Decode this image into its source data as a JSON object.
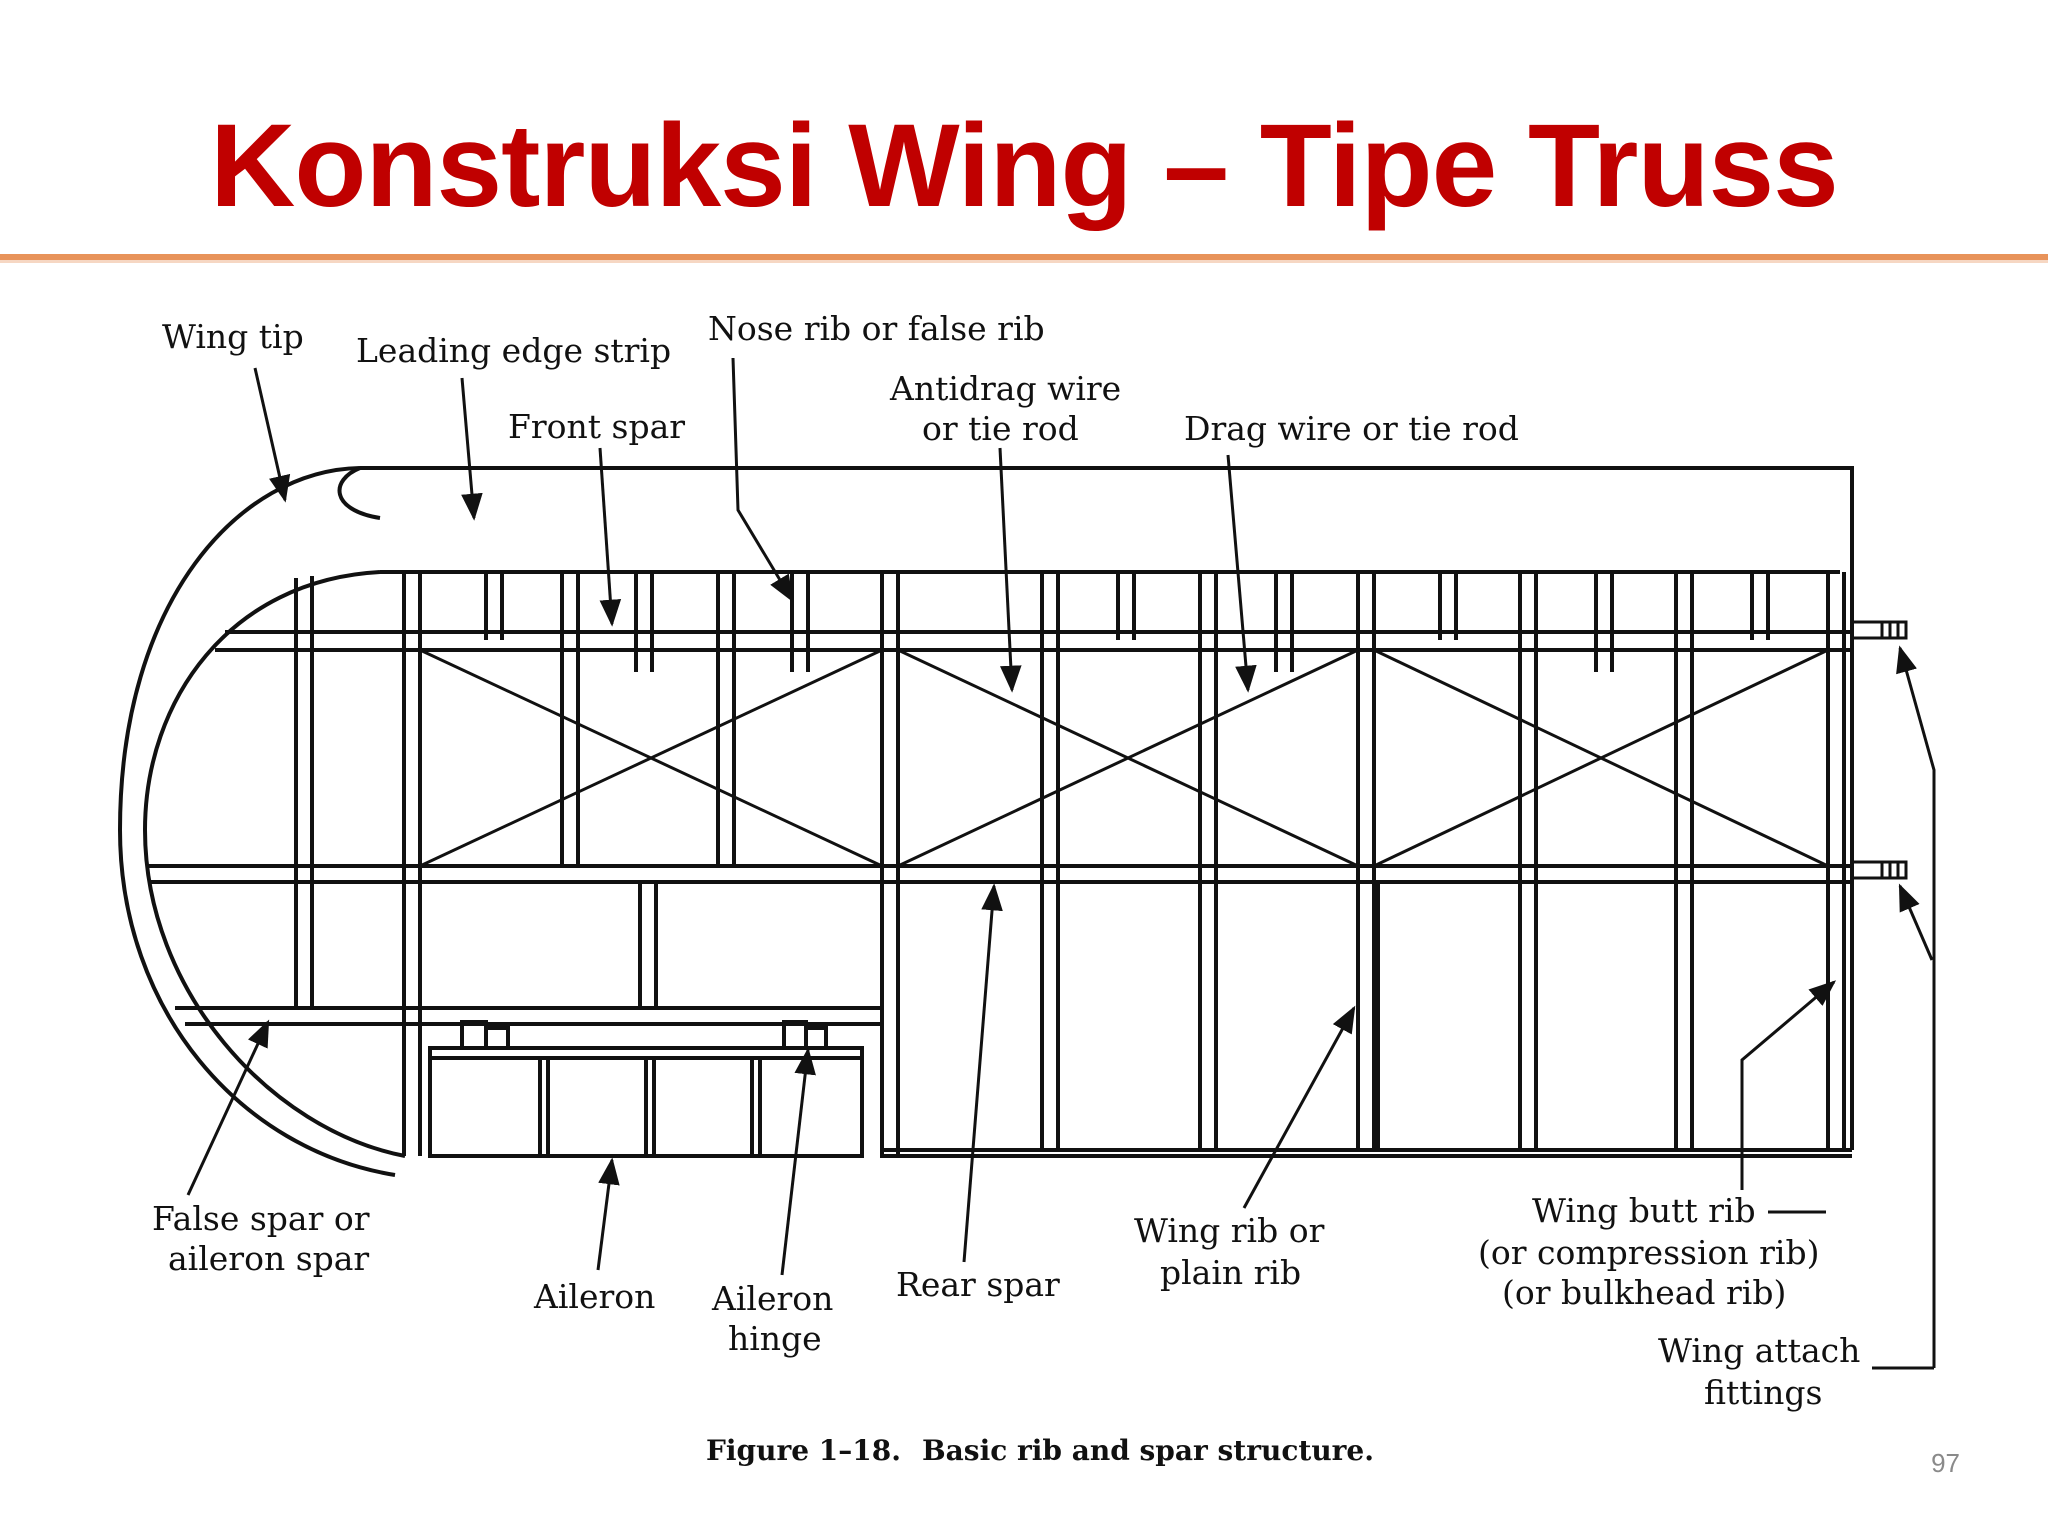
{
  "slide": {
    "title": "Konstruksi Wing – Tipe Truss",
    "page_number": "97",
    "accent_color": "#c00000",
    "rule_color": "#e8935a"
  },
  "figure": {
    "caption_num": "Figure 1–18.",
    "caption_text": "Basic rib and spar structure.",
    "labels": {
      "wing_tip": "Wing tip",
      "leading_edge_strip": "Leading edge strip",
      "front_spar": "Front spar",
      "nose_rib": "Nose rib or false rib",
      "antidrag_1": "Antidrag wire",
      "antidrag_2": "or tie rod",
      "drag_wire": "Drag wire or tie rod",
      "false_spar_1": "False spar or",
      "false_spar_2": "aileron spar",
      "aileron": "Aileron",
      "aileron_hinge_1": "Aileron",
      "aileron_hinge_2": "hinge",
      "rear_spar": "Rear spar",
      "wing_rib_1": "Wing rib or",
      "wing_rib_2": "plain rib",
      "butt_rib_1": "Wing butt rib",
      "butt_rib_2": "(or compression rib)",
      "butt_rib_3": "(or bulkhead rib)",
      "attach_1": "Wing attach",
      "attach_2": "fittings"
    }
  }
}
